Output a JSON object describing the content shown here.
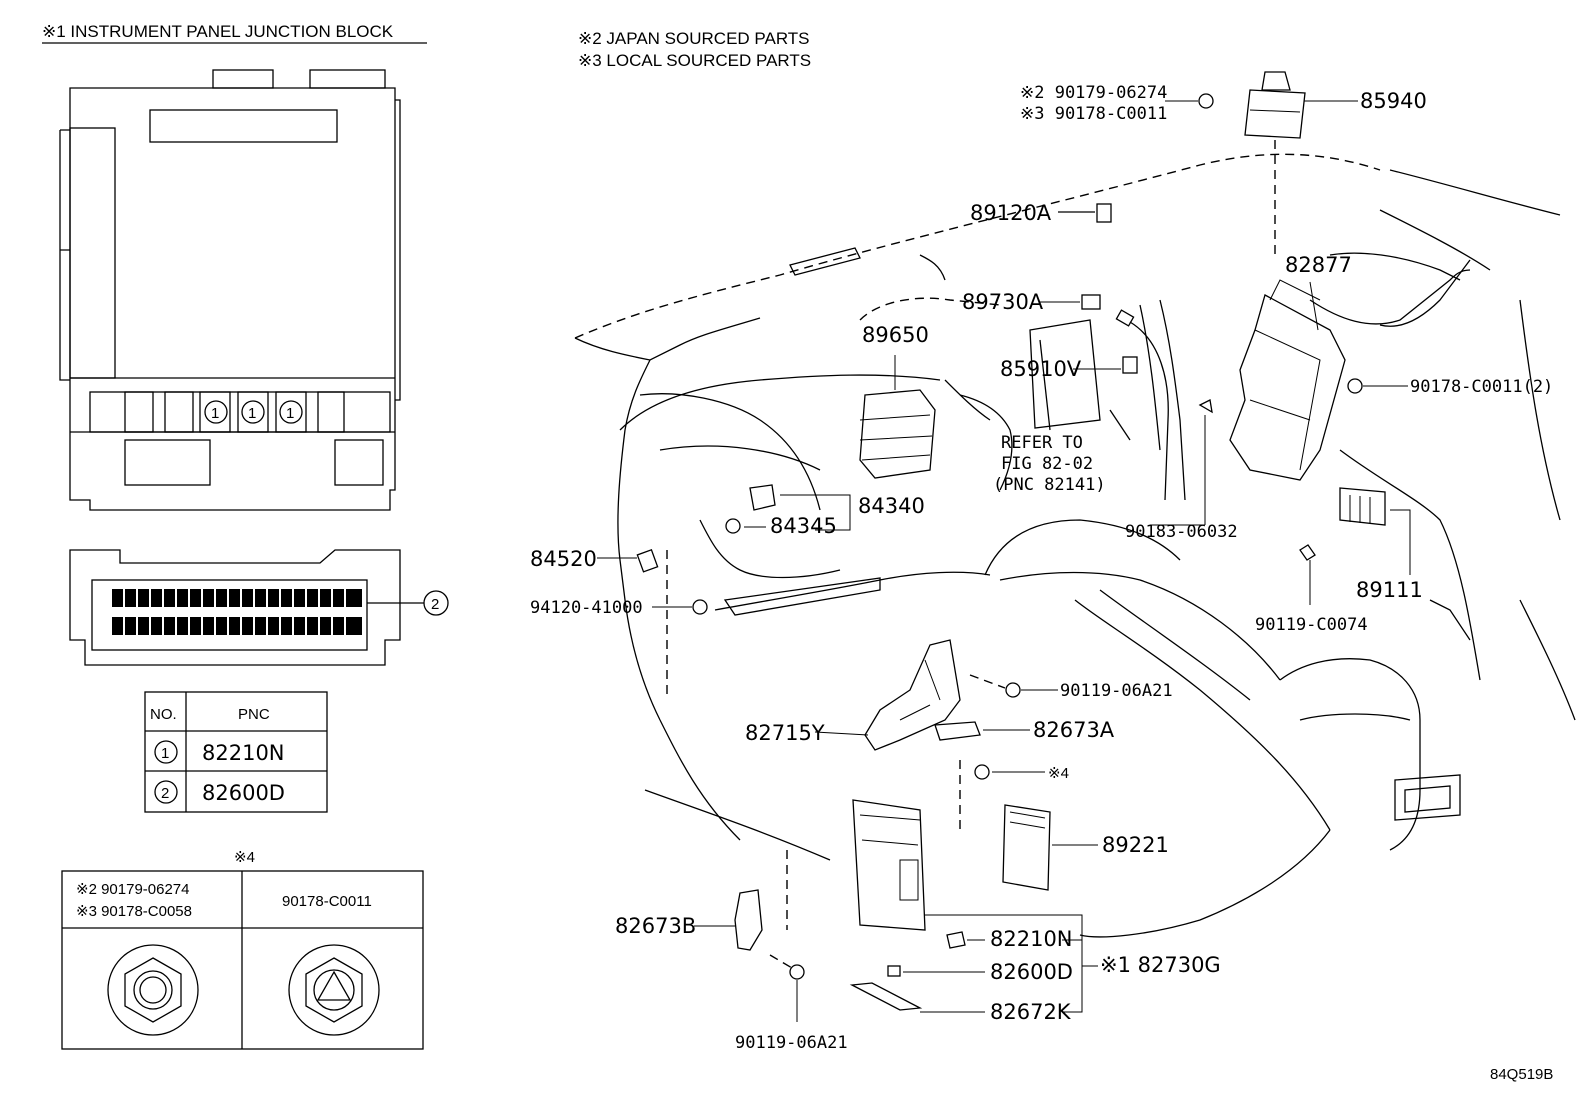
{
  "notes": {
    "n1": "※1 INSTRUMENT PANEL JUNCTION BLOCK",
    "n2": "※2 JAPAN SOURCED PARTS",
    "n3": "※3 LOCAL SOURCED PARTS",
    "n4": "※4"
  },
  "pnc_table": {
    "header_no": "NO.",
    "header_pnc": "PNC",
    "rows": [
      {
        "no": "1",
        "pnc": "82210N"
      },
      {
        "no": "2",
        "pnc": "82600D"
      }
    ]
  },
  "fastener_table": {
    "left_line1": "※2 90179-06274",
    "left_line2": "※3 90178-C0058",
    "right": "90178-C0011"
  },
  "markers": {
    "fuse": "1",
    "connector": "2"
  },
  "callouts": {
    "p85940": "85940",
    "p90179_jp": "※2 90179-06274",
    "p90178_local": "※3 90178-C0011",
    "p89120A": "89120A",
    "p82877": "82877",
    "p89730A": "89730A",
    "p89650": "89650",
    "p85910V": "85910V",
    "p90178_c0011_2": "90178-C0011(2)",
    "refer1": "REFER TO",
    "refer2": "FIG 82-02",
    "refer3": "(PNC 82141)",
    "p84340": "84340",
    "p84345": "84345",
    "p84520": "84520",
    "p90183": "90183-06032",
    "p89111": "89111",
    "p94120": "94120-41000",
    "p90119_c0074": "90119-C0074",
    "p90119_06A21_top": "90119-06A21",
    "p82715Y": "82715Y",
    "p82673A": "82673A",
    "x4": "※4",
    "p89221": "89221",
    "p82673B": "82673B",
    "p82210N": "82210N",
    "p82600D": "82600D",
    "p82672K": "82672K",
    "p82730G": "※1 82730G",
    "p90119_06A21_bottom": "90119-06A21"
  },
  "diagram_code": "84Q519B"
}
